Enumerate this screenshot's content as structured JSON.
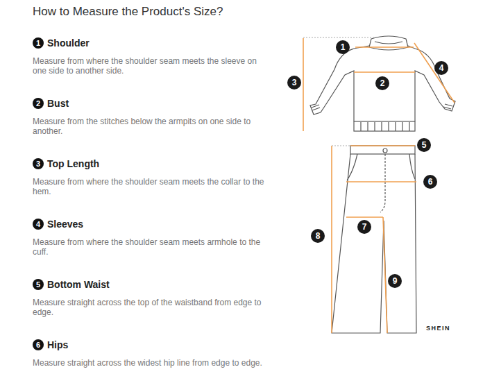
{
  "diagram": {
    "title": "How to Measure the Product's Size?",
    "nodes": [
      {
        "text": [
          "1",
          "Shoulder",
          "Measure from where the shoulder seam meets the sleeve on one side to another side."
        ]
      },
      {
        "text": [
          "2",
          "Bust",
          "Measure from the stitches below the armpits on one side to another."
        ]
      },
      {
        "text": [
          "3",
          "Top Length",
          "Measure from where the shoulder seam meets the collar to the hem."
        ]
      },
      {
        "text": [
          "4",
          "Sleeves",
          "Measure from where the shoulder seam meets armhole to the cuff."
        ]
      },
      {
        "text": [
          "5",
          "Bottom Waist",
          "Measure straight across the top of the waistband from edge to edge."
        ]
      },
      {
        "text": [
          "6",
          "Hips",
          "Measure straight across the widest hip line from edge to edge."
        ]
      },
      {
        "text": [
          "1"
        ]
      },
      {
        "text": [
          "4"
        ]
      },
      {
        "text": [
          "3"
        ]
      },
      {
        "text": [
          "2"
        ]
      },
      {
        "text": [
          "5"
        ]
      },
      {
        "text": [
          "6"
        ]
      },
      {
        "text": [
          "7"
        ]
      },
      {
        "text": [
          "8"
        ]
      },
      {
        "text": [
          "9"
        ]
      }
    ],
    "labels": [
      "SHEIN"
    ]
  }
}
